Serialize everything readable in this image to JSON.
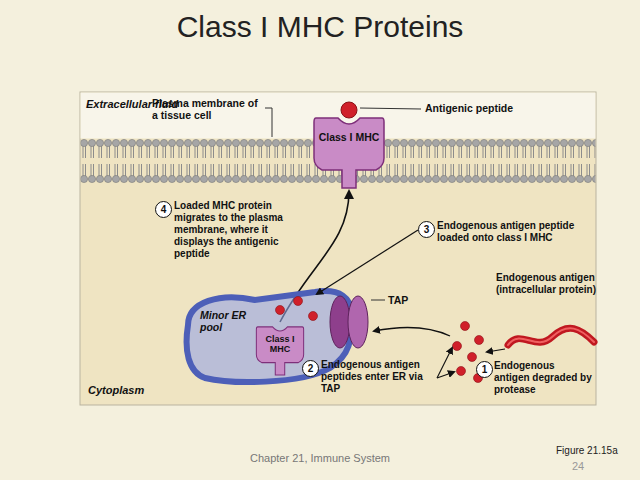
{
  "diagram": {
    "title": "Class I MHC Proteins",
    "nodes": [
      {
        "text": [
          "Class I MHC"
        ]
      },
      {
        "text": [
          "Minor ER pool"
        ]
      },
      {
        "text": [
          "Class I MHC"
        ],
        "in": 1
      }
    ],
    "edges": [
      {
        "from": 2,
        "to": 0,
        "arrow": "to"
      }
    ],
    "labels": [
      "Extracellular fluid",
      "Plasma membrane of a tissue cell",
      "Antigenic peptide",
      "4",
      "Loaded MHC protein migrates to the plasma membrane, where it displays the antigenic peptide",
      "3",
      "Endogenous antigen peptide loaded onto class I MHC",
      "TAP",
      "Endogenous antigen (intracellular protein)",
      "2",
      "Endogenous antigen peptides enter ER via TAP",
      "1",
      "Endogenous antigen degraded by protease",
      "Cytoplasm",
      "Chapter 21, Immune System",
      "Figure 21.15a",
      "24"
    ]
  }
}
